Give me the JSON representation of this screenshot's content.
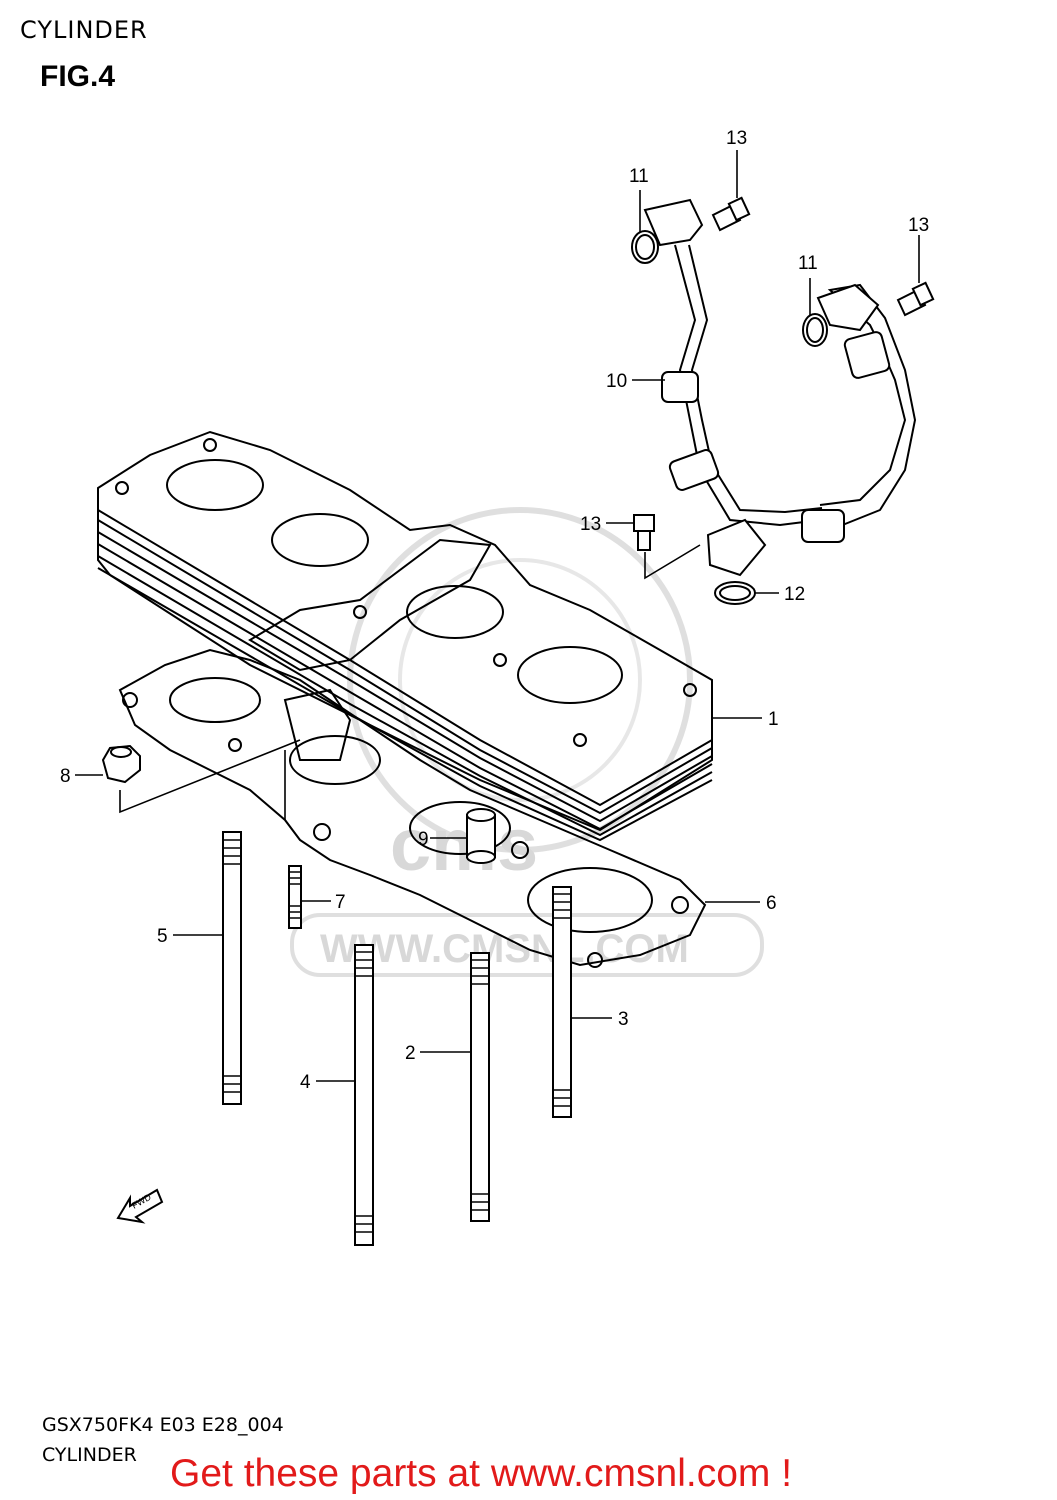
{
  "header": {
    "section_title": "CYLINDER",
    "figure_label": "FIG.4"
  },
  "watermark": {
    "text": "WWW.CMSNL.COM",
    "logo_text": "cms"
  },
  "direction_marker": {
    "icon": "fwd-arrow-icon",
    "label": "FWD"
  },
  "callouts": {
    "c1": "1",
    "c2": "2",
    "c3": "3",
    "c4": "4",
    "c5": "5",
    "c6": "6",
    "c7": "7",
    "c8": "8",
    "c9": "9",
    "c10": "10",
    "c11a": "11",
    "c11b": "11",
    "c12": "12",
    "c13a": "13",
    "c13b": "13",
    "c13c": "13"
  },
  "footer": {
    "model_code": "GSX750FK4 E03 E28_004",
    "section_name": "CYLINDER",
    "promo_text": "Get these parts at www.cmsnl.com !"
  },
  "colors": {
    "line": "#000000",
    "promo": "#e21a1a",
    "watermark": "#cfcfcf"
  }
}
